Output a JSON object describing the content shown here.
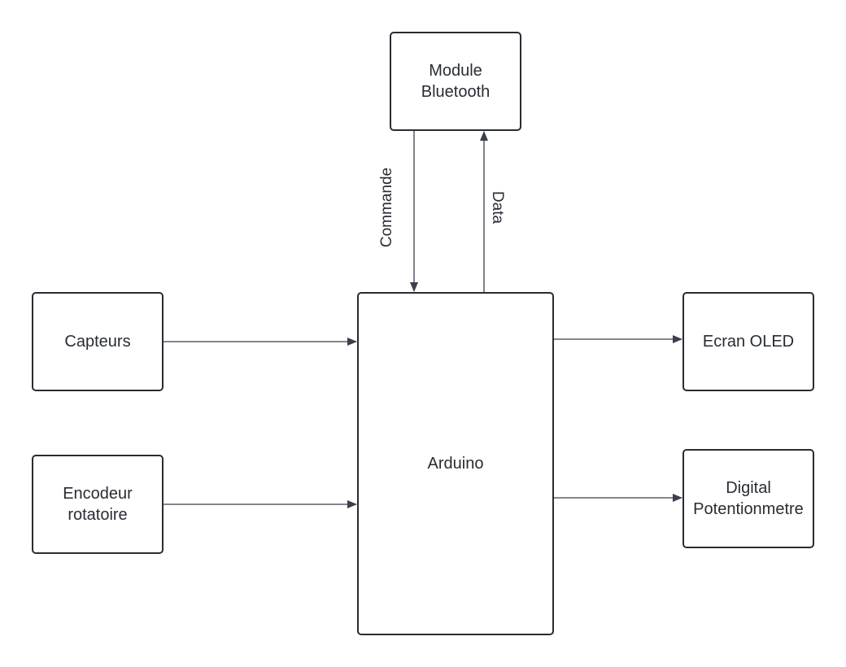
{
  "diagram": {
    "nodes": {
      "bluetooth": "Module\nBluetooth",
      "arduino": "Arduino",
      "capteurs": "Capteurs",
      "encodeur": "Encodeur\nrotatoire",
      "oled": "Ecran OLED",
      "potentio": "Digital\nPotentionmetre"
    },
    "edges": [
      {
        "from": "bluetooth",
        "to": "arduino",
        "label": "Commande"
      },
      {
        "from": "arduino",
        "to": "bluetooth",
        "label": "Data"
      },
      {
        "from": "capteurs",
        "to": "arduino",
        "label": ""
      },
      {
        "from": "encodeur",
        "to": "arduino",
        "label": ""
      },
      {
        "from": "arduino",
        "to": "oled",
        "label": ""
      },
      {
        "from": "arduino",
        "to": "potentio",
        "label": ""
      }
    ],
    "colors": {
      "stroke": "#282c33",
      "arrow": "#3a3f4b",
      "text": "#282c33",
      "background": "#ffffff"
    }
  }
}
